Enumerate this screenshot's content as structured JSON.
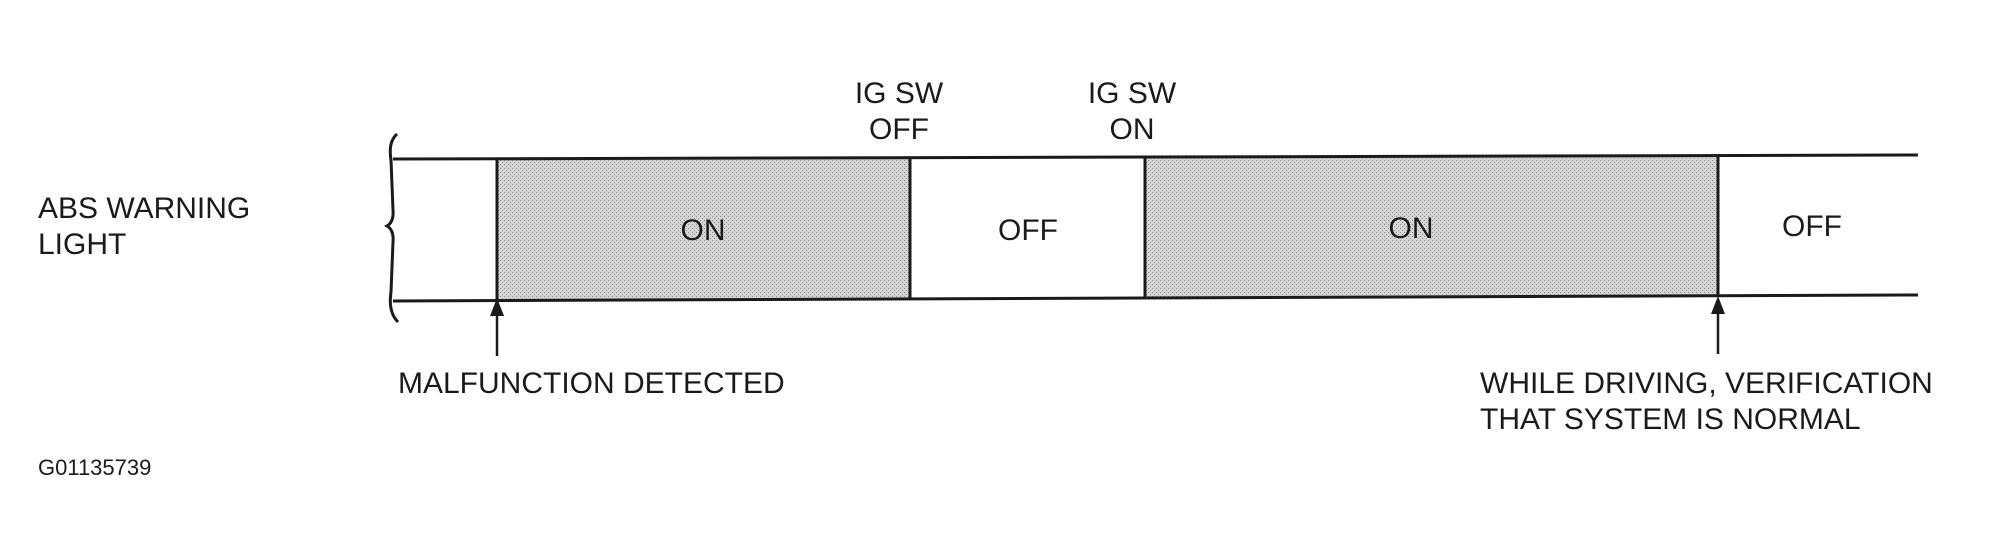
{
  "signal_label": {
    "line1": "ABS WARNING",
    "line2": "LIGHT"
  },
  "segments": [
    {
      "state": "ON",
      "shaded": true
    },
    {
      "state": "OFF",
      "shaded": false
    },
    {
      "state": "ON",
      "shaded": true
    },
    {
      "state": "OFF",
      "shaded": false
    }
  ],
  "markers": {
    "ig_sw_off": {
      "line1": "IG SW",
      "line2": "OFF"
    },
    "ig_sw_on": {
      "line1": "IG SW",
      "line2": "ON"
    }
  },
  "annotations": {
    "malfunction": "MALFUNCTION DETECTED",
    "normal": {
      "line1": "WHILE DRIVING, VERIFICATION",
      "line2": "THAT SYSTEM IS NORMAL"
    }
  },
  "figure_id": "G01135739",
  "colors": {
    "line": "#1a1a1a",
    "shade": "#cfcfcf"
  }
}
